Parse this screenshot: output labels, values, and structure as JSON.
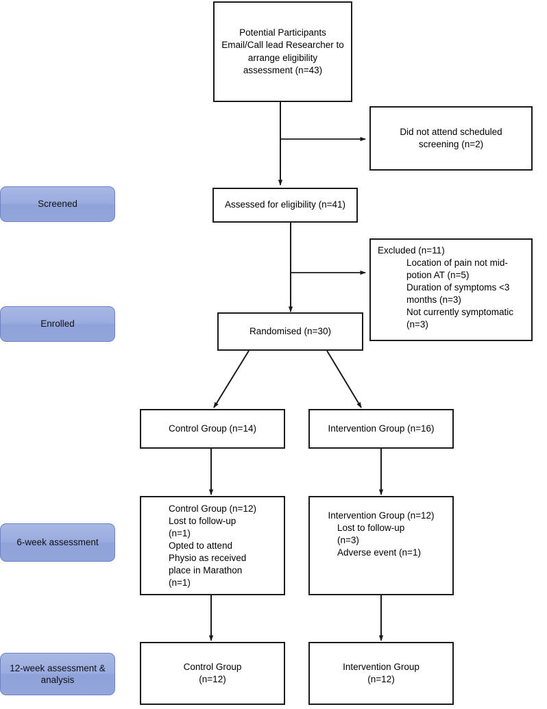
{
  "diagram": {
    "type": "consort-flow-diagram",
    "stages": [
      {
        "id": "screened",
        "label": "Screened"
      },
      {
        "id": "enrolled",
        "label": "Enrolled"
      },
      {
        "id": "six-week",
        "label": "6-week assessment"
      },
      {
        "id": "twelve-week",
        "label": "12-week assessment &\nanalysis"
      }
    ],
    "boxes": {
      "potential_participants": {
        "text": "Potential Participants\nEmail/Call lead Researcher to\narrange eligibility\nassessment (n=43)",
        "n": 43
      },
      "did_not_attend": {
        "text": "Did not attend scheduled\nscreening (n=2)",
        "n": 2
      },
      "assessed": {
        "text": "Assessed for eligibility (n=41)",
        "n": 41
      },
      "excluded": {
        "header": "Excluded (n=11)",
        "n": 11,
        "reasons": [
          "Location of pain not mid-\npotion AT (n=5)",
          "Duration of symptoms <3\nmonths (n=3)",
          "Not currently symptomatic\n(n=3)"
        ]
      },
      "randomised": {
        "text": "Randomised (n=30)",
        "n": 30
      },
      "control_allocated": {
        "text": "Control Group (n=14)",
        "n": 14
      },
      "intervention_allocated": {
        "text": "Intervention Group (n=16)",
        "n": 16
      },
      "control_followup": {
        "header": "Control Group (n=12)",
        "n": 12,
        "details": "Lost to follow-up\n(n=1)\nOpted to attend\nPhysio as received\nplace in Marathon\n(n=1)"
      },
      "intervention_followup": {
        "header": "Intervention Group (n=12)",
        "n": 12,
        "details": "Lost to follow-up\n(n=3)\nAdverse event (n=1)"
      },
      "control_analysis": {
        "text": "Control Group\n(n=12)",
        "n": 12
      },
      "intervention_analysis": {
        "text": "Intervention Group\n(n=12)",
        "n": 12
      }
    },
    "colors": {
      "badge_fill_top": "#a8b8e4",
      "badge_fill_bottom": "#93a6db",
      "badge_border": "#6f83c4",
      "box_border": "#1a1a1a",
      "connector": "#1a1a1a",
      "background": "#ffffff",
      "text": "#000000"
    }
  }
}
